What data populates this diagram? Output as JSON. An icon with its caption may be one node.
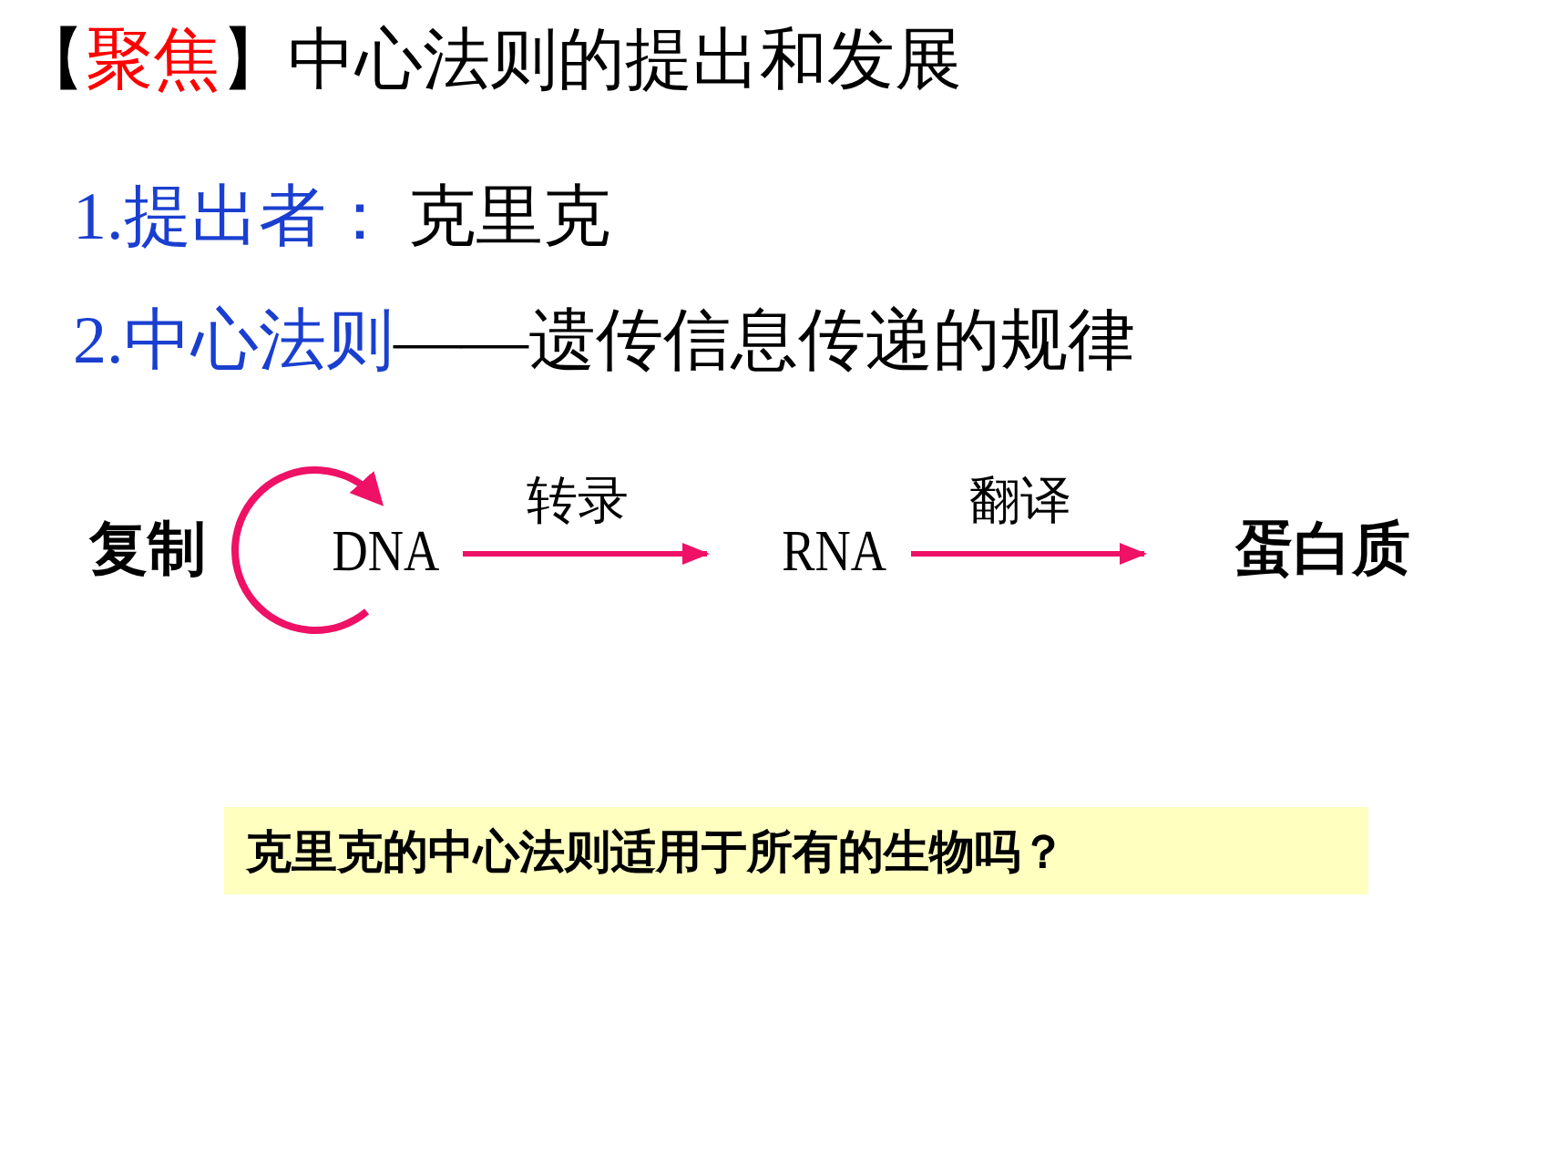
{
  "diagram": {
    "title": "【聚焦】中心法则的提出和发展",
    "nodes": [
      {
        "text": [
          "DNA"
        ]
      },
      {
        "text": [
          "RNA"
        ]
      },
      {
        "text": [
          "蛋白质"
        ]
      },
      {
        "text": [
          "克里克的中心法则适用于所有的生物吗？"
        ]
      }
    ],
    "edges": [
      {
        "from": 0,
        "to": 0,
        "arrow": "to",
        "label": "复制"
      },
      {
        "from": 0,
        "to": 1,
        "arrow": "to",
        "label": "转录"
      },
      {
        "from": 1,
        "to": 2,
        "arrow": "to",
        "label": "翻译"
      }
    ],
    "labels": [
      "1.提出者：",
      "克里克",
      "2.中心法则",
      "——遗传信息传递的规律"
    ]
  }
}
